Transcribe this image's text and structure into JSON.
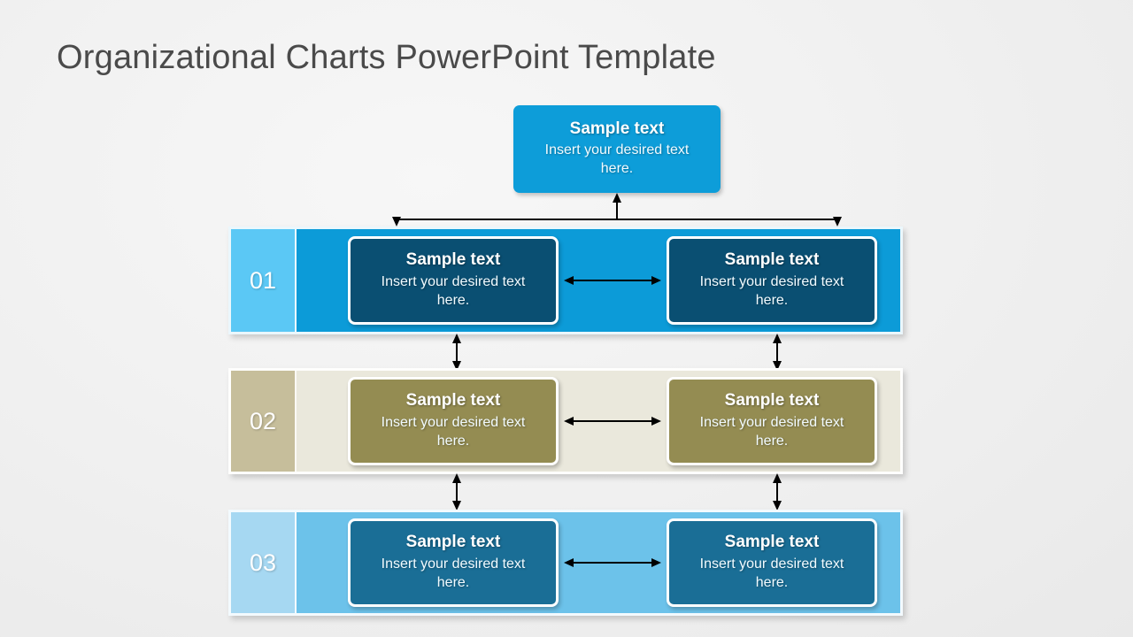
{
  "slide": {
    "title": "Organizational Charts PowerPoint Template",
    "background_color": "#f2f2f2",
    "title_color": "#4a4a4a"
  },
  "root_node": {
    "title": "Sample text",
    "body": "Insert your desired text here.",
    "fill_color": "#0D9DD9",
    "text_color": "#ffffff"
  },
  "connectors": {
    "root_to_rows": {
      "icon": "tree-connector-arrow",
      "line_color": "#000000",
      "up_arrow": true,
      "down_arrows": 2
    },
    "horizontal": {
      "icon": "double-headed-horizontal-arrow",
      "line_color": "#000000"
    },
    "vertical": {
      "icon": "double-headed-vertical-arrow",
      "line_color": "#000000"
    }
  },
  "rows": [
    {
      "number": "01",
      "number_panel_color": "#5BC8F5",
      "row_color": "#0C9BD8",
      "card_color": "#0A4F72",
      "cards": [
        {
          "title": "Sample text",
          "body": "Insert your desired text here."
        },
        {
          "title": "Sample text",
          "body": "Insert your desired text here."
        }
      ]
    },
    {
      "number": "02",
      "number_panel_color": "#C6BE9B",
      "row_color": "#EAE8DC",
      "card_color": "#948C52",
      "cards": [
        {
          "title": "Sample text",
          "body": "Insert your desired text here."
        },
        {
          "title": "Sample text",
          "body": "Insert your desired text here."
        }
      ]
    },
    {
      "number": "03",
      "number_panel_color": "#A6D8F2",
      "row_color": "#6CC2EA",
      "card_color": "#1A6E96",
      "cards": [
        {
          "title": "Sample text",
          "body": "Insert your desired text here."
        },
        {
          "title": "Sample text",
          "body": "Insert your desired text here."
        }
      ]
    }
  ]
}
